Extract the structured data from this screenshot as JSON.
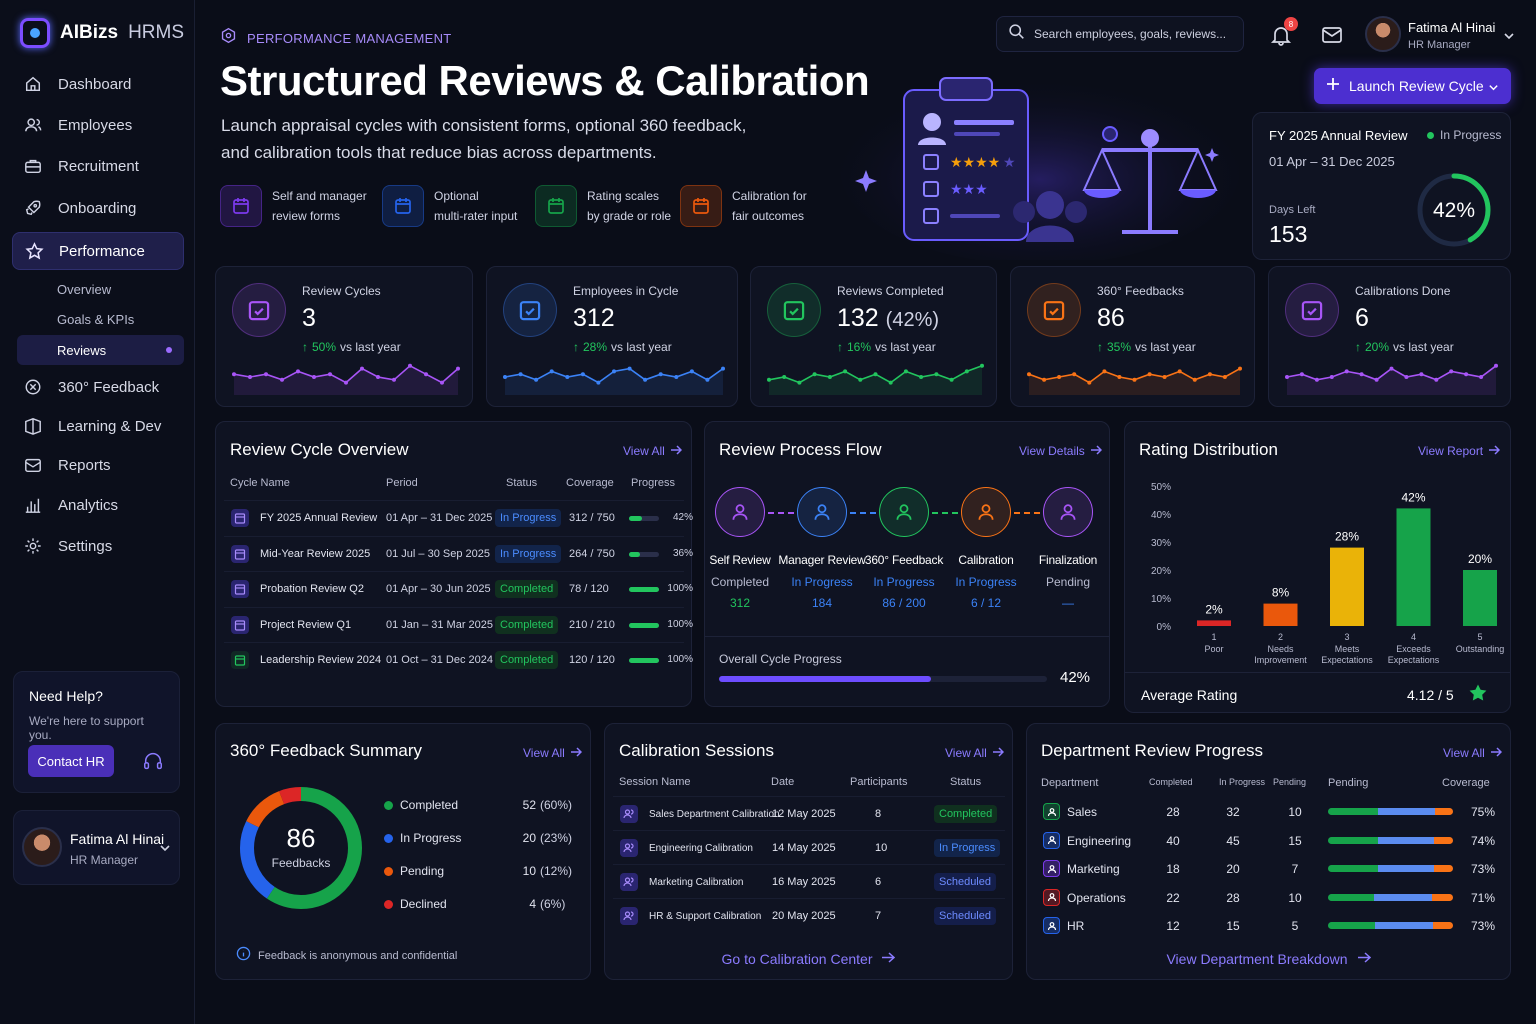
{
  "app": {
    "brand": "AIBizs",
    "brand_suffix": "HRMS"
  },
  "nav": {
    "items": [
      {
        "label": "Dashboard",
        "icon": "home-icon"
      },
      {
        "label": "Employees",
        "icon": "users-icon"
      },
      {
        "label": "Recruitment",
        "icon": "briefcase-icon"
      },
      {
        "label": "Onboarding",
        "icon": "rocket-icon"
      },
      {
        "label": "Performance",
        "icon": "star-icon"
      },
      {
        "label": "360° Feedback",
        "icon": "target-icon"
      },
      {
        "label": "Learning & Dev",
        "icon": "book-icon"
      },
      {
        "label": "Reports",
        "icon": "mail-report-icon"
      },
      {
        "label": "Analytics",
        "icon": "bar-chart-icon"
      },
      {
        "label": "Settings",
        "icon": "gear-icon"
      }
    ],
    "sub": [
      "Overview",
      "Goals & KPIs",
      "Reviews"
    ]
  },
  "help": {
    "title": "Need Help?",
    "text": "We're here to support you.",
    "button": "Contact HR"
  },
  "user": {
    "name": "Fatima Al Hinai",
    "role": "HR Manager"
  },
  "header": {
    "section": "PERFORMANCE MANAGEMENT",
    "title": "Structured Reviews & Calibration",
    "subtitle1": "Launch appraisal cycles with consistent forms, optional 360 feedback,",
    "subtitle2": "and calibration tools that reduce bias across departments.",
    "search_placeholder": "Search employees, goals, reviews...",
    "notif_count": "8",
    "launch": "Launch Review Cycle"
  },
  "features": [
    {
      "l1": "Self and manager",
      "l2": "review forms",
      "color": "#7c3aed"
    },
    {
      "l1": "Optional",
      "l2": "multi-rater input",
      "color": "#2563eb"
    },
    {
      "l1": "Rating scales",
      "l2": "by grade or role",
      "color": "#16a34a"
    },
    {
      "l1": "Calibration for",
      "l2": "fair outcomes",
      "color": "#ea580c"
    }
  ],
  "annual": {
    "title": "FY 2025 Annual Review",
    "status": "In Progress",
    "period": "01 Apr – 31 Dec 2025",
    "days_label": "Days Left",
    "days": "153",
    "pct": "42%",
    "progress": 0.42
  },
  "stats": [
    {
      "label": "Review Cycles",
      "value": "3",
      "extra": "",
      "delta": "50%",
      "note": "vs last year",
      "color": "#a855f7"
    },
    {
      "label": "Employees in Cycle",
      "value": "312",
      "extra": "",
      "delta": "28%",
      "note": "vs last year",
      "color": "#3b82f6"
    },
    {
      "label": "Reviews Completed",
      "value": "132",
      "extra": "(42%)",
      "delta": "16%",
      "note": "vs last year",
      "color": "#22c55e"
    },
    {
      "label": "360° Feedbacks",
      "value": "86",
      "extra": "",
      "delta": "35%",
      "note": "vs last year",
      "color": "#f97316"
    },
    {
      "label": "Calibrations Done",
      "value": "6",
      "extra": "",
      "delta": "20%",
      "note": "vs last year",
      "color": "#a855f7"
    }
  ],
  "cycles": {
    "title": "Review Cycle Overview",
    "link": "View All",
    "headers": [
      "Cycle Name",
      "Period",
      "Status",
      "Coverage",
      "Progress"
    ],
    "rows": [
      {
        "name": "FY 2025 Annual Review",
        "period": "01 Apr – 31 Dec 2025",
        "status": "In Progress",
        "coverage": "312 / 750",
        "pct": "42%",
        "p": 0.42
      },
      {
        "name": "Mid-Year Review 2025",
        "period": "01 Jul – 30 Sep 2025",
        "status": "In Progress",
        "coverage": "264 / 750",
        "pct": "36%",
        "p": 0.36
      },
      {
        "name": "Probation Review Q2",
        "period": "01 Apr – 30 Jun 2025",
        "status": "Completed",
        "coverage": "78 / 120",
        "pct": "100%",
        "p": 1
      },
      {
        "name": "Project Review Q1",
        "period": "01 Jan – 31 Mar 2025",
        "status": "Completed",
        "coverage": "210 / 210",
        "pct": "100%",
        "p": 1
      },
      {
        "name": "Leadership Review 2024",
        "period": "01 Oct – 31 Dec 2024",
        "status": "Completed",
        "coverage": "120 / 120",
        "pct": "100%",
        "p": 1
      }
    ]
  },
  "flow": {
    "title": "Review Process Flow",
    "link": "View Details",
    "steps": [
      {
        "name": "Self Review",
        "status": "Completed",
        "count": "312",
        "color": "#a855f7"
      },
      {
        "name": "Manager Review",
        "status": "In Progress",
        "count": "184",
        "color": "#3b82f6"
      },
      {
        "name": "360° Feedback",
        "status": "In Progress",
        "count": "86 / 200",
        "color": "#22c55e"
      },
      {
        "name": "Calibration",
        "status": "In Progress",
        "count": "6 / 12",
        "color": "#f97316"
      },
      {
        "name": "Finalization",
        "status": "Pending",
        "count": "—",
        "color": "#a855f7"
      }
    ],
    "overall_label": "Overall Cycle Progress",
    "overall": "42%",
    "overall_p": 0.42
  },
  "chart_data": {
    "type": "bar",
    "title": "Rating Distribution",
    "categories": [
      "1 Poor",
      "2 Needs Improvement",
      "3 Meets Expectations",
      "4 Exceeds Expectations",
      "5 Outstanding"
    ],
    "values": [
      2,
      8,
      28,
      42,
      20
    ],
    "ylim": [
      0,
      50
    ],
    "yticks": [
      "0%",
      "10%",
      "20%",
      "30%",
      "40%",
      "50%"
    ],
    "labels": [
      "2%",
      "8%",
      "28%",
      "42%",
      "20%"
    ],
    "colors": [
      "#dc2626",
      "#ea580c",
      "#eab308",
      "#16a34a",
      "#16a34a"
    ]
  },
  "rating": {
    "link": "View Report",
    "avg_label": "Average Rating",
    "avg": "4.12 / 5",
    "cats": [
      {
        "n": "1",
        "l1": "Poor",
        "l2": ""
      },
      {
        "n": "2",
        "l1": "Needs",
        "l2": "Improvement"
      },
      {
        "n": "3",
        "l1": "Meets",
        "l2": "Expectations"
      },
      {
        "n": "4",
        "l1": "Exceeds",
        "l2": "Expectations"
      },
      {
        "n": "5",
        "l1": "Outstanding",
        "l2": ""
      }
    ]
  },
  "feedback": {
    "title": "360° Feedback Summary",
    "link": "View All",
    "total": "86",
    "total_label": "Feedbacks",
    "note": "Feedback is anonymous and confidential",
    "items": [
      {
        "label": "Completed",
        "value": "52",
        "pct": "(60%)",
        "p": 60,
        "color": "#16a34a"
      },
      {
        "label": "In Progress",
        "value": "20",
        "pct": "(23%)",
        "p": 23,
        "color": "#2563eb"
      },
      {
        "label": "Pending",
        "value": "10",
        "pct": "(12%)",
        "p": 12,
        "color": "#ea580c"
      },
      {
        "label": "Declined",
        "value": "4",
        "pct": "(6%)",
        "p": 6,
        "color": "#dc2626"
      }
    ]
  },
  "calib": {
    "title": "Calibration Sessions",
    "link": "View All",
    "headers": [
      "Session Name",
      "Date",
      "Participants",
      "Status"
    ],
    "rows": [
      {
        "name": "Sales Department Calibration",
        "date": "12 May 2025",
        "n": "8",
        "status": "Completed"
      },
      {
        "name": "Engineering Calibration",
        "date": "14 May 2025",
        "n": "10",
        "status": "In Progress"
      },
      {
        "name": "Marketing Calibration",
        "date": "16 May 2025",
        "n": "6",
        "status": "Scheduled"
      },
      {
        "name": "HR & Support Calibration",
        "date": "20 May 2025",
        "n": "7",
        "status": "Scheduled"
      }
    ],
    "footer": "Go to Calibration Center"
  },
  "dept": {
    "title": "Department Review Progress",
    "link": "View All",
    "headers": [
      "Department",
      "Completed",
      "In Progress",
      "Pending",
      "Pending",
      "Coverage"
    ],
    "rows": [
      {
        "name": "Sales",
        "c": "28",
        "i": "32",
        "p": "10",
        "cov": "75%",
        "color": "#16a34a"
      },
      {
        "name": "Engineering",
        "c": "40",
        "i": "45",
        "p": "15",
        "cov": "74%",
        "color": "#2563eb"
      },
      {
        "name": "Marketing",
        "c": "18",
        "i": "20",
        "p": "7",
        "cov": "73%",
        "color": "#7c3aed"
      },
      {
        "name": "Operations",
        "c": "22",
        "i": "28",
        "p": "10",
        "cov": "71%",
        "color": "#dc2626"
      },
      {
        "name": "HR",
        "c": "12",
        "i": "15",
        "p": "5",
        "cov": "73%",
        "color": "#2563eb"
      }
    ],
    "footer": "View Department Breakdown"
  }
}
